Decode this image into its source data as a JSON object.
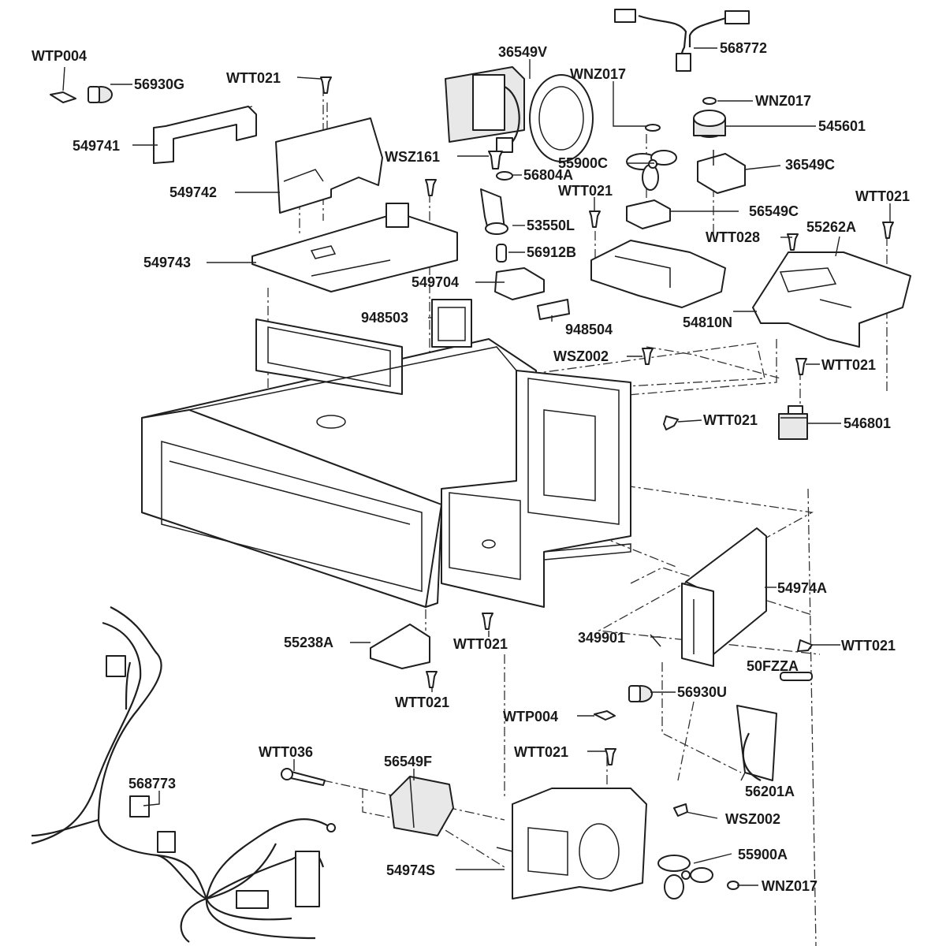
{
  "diagram": {
    "parts": {
      "wtp004_top": "WTP004",
      "p56930g": "56930G",
      "wtt021_top_left": "WTT021",
      "p36549v": "36549V",
      "p568772": "568772",
      "wnz017_fan_center": "WNZ017",
      "wnz017_top_right": "WNZ017",
      "p545601": "545601",
      "p549741": "549741",
      "wsz161": "WSZ161",
      "p55900c": "55900C",
      "p36549c": "36549C",
      "p56804a": "56804A",
      "p549742": "549742",
      "wtt021_center_top": "WTT021",
      "p56549c": "56549C",
      "wtt021_top_right": "WTT021",
      "p53550l": "53550L",
      "wtt028": "WTT028",
      "p55262a": "55262A",
      "p56912b": "56912B",
      "p549743": "549743",
      "p549704": "549704",
      "p948503": "948503",
      "p948504": "948504",
      "p54810n": "54810N",
      "wsz002_mid": "WSZ002",
      "wtt021_right_mid": "WTT021",
      "wtt021_center_mid": "WTT021",
      "p546801": "546801",
      "p54974a": "54974A",
      "p55238a": "55238A",
      "p349901": "349901",
      "wtt021_lower_center": "WTT021",
      "wtt021_lower_right": "WTT021",
      "p50fzza": "50FZZA",
      "wtt021_lower_left": "WTT021",
      "p56930u": "56930U",
      "wtp004_lower": "WTP004",
      "wtt036": "WTT036",
      "p56549f": "56549F",
      "wtt021_bottom_center": "WTT021",
      "p568773": "568773",
      "p56201a": "56201A",
      "wsz002_bottom": "WSZ002",
      "p55900a": "55900A",
      "p54974s": "54974S",
      "wnz017_bottom": "WNZ017"
    }
  }
}
